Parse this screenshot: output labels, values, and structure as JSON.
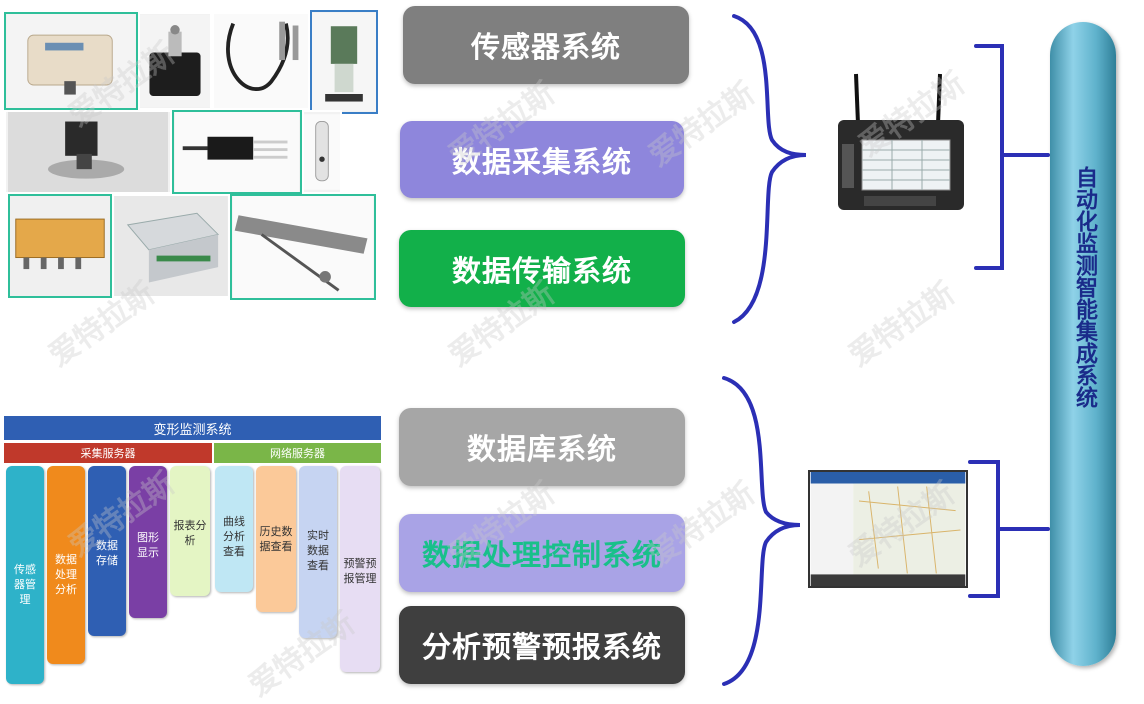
{
  "systems_top": [
    {
      "label": "传感器系统",
      "color": "#7f7f7f"
    },
    {
      "label": "数据采集系统",
      "color": "#8e86dc"
    },
    {
      "label": "数据传输系统",
      "color": "#12b04a"
    }
  ],
  "systems_bottom": [
    {
      "label": "数据库系统",
      "color": "#a6a6a6"
    },
    {
      "label": "数据处理控制系统",
      "color": "#a9a3e6",
      "text_color": "#19c08a"
    },
    {
      "label": "分析预警预报系统",
      "color": "#3f3f3f"
    }
  ],
  "integrated_system": {
    "label": "自动化监测智能集成系统"
  },
  "deformation_chart": {
    "title": "变形监测系统",
    "server_left": "采集服务器",
    "server_right": "网络服务器",
    "columns": [
      {
        "label": "传感器管理",
        "color": "#2eb2c9"
      },
      {
        "label": "数据处理分析",
        "color": "#f08a1c"
      },
      {
        "label": "数据存储",
        "color": "#2f5fb3"
      },
      {
        "label": "图形显示",
        "color": "#7a3fa5"
      },
      {
        "label": "报表分析",
        "color": "#e4f5c4"
      },
      {
        "label": "曲线分析查看",
        "color": "#bfe7f4"
      },
      {
        "label": "历史数据查看",
        "color": "#fbc999"
      },
      {
        "label": "实时数据查看",
        "color": "#c6d4f2"
      },
      {
        "label": "预警预报管理",
        "color": "#e7ddf3"
      }
    ]
  },
  "watermark": "爱特拉斯"
}
